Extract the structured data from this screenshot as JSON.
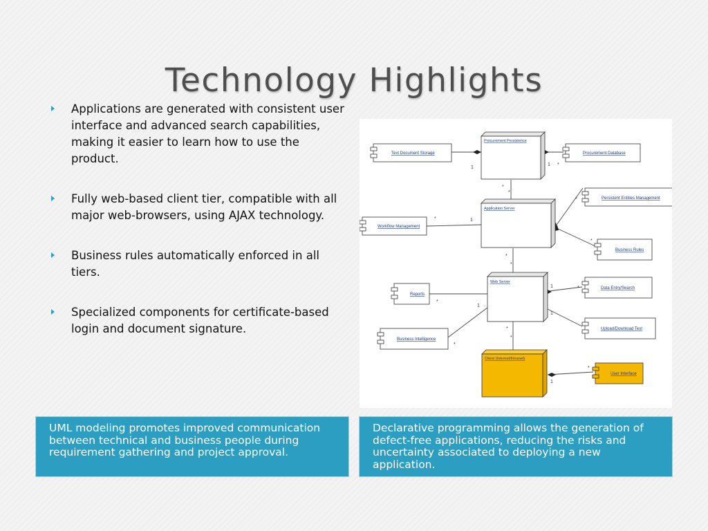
{
  "slide": {
    "title": "Technology Highlights",
    "accent_color": "#2c9ec1",
    "bullet_icon": "triangle-bullet-icon",
    "bullets": [
      "Applications are generated with consistent  user interface and advanced search capabilities, making it easier to learn how to use the product.",
      "Fully web-based client tier, compatible with all major web-browsers, using AJAX technology.",
      "Business rules automatically enforced in all tiers.",
      "Specialized components for certificate-based login and document signature."
    ],
    "callouts": [
      "UML modeling promotes improved communication between technical and business people during requirement gathering and project approval.",
      "Declarative  programming allows the generation of defect-free applications, reducing the risks and uncertainty associated to deploying a new application."
    ]
  },
  "diagram": {
    "nodes": {
      "procurement_persistence": "Procurement Persistence",
      "application_server": "Application Server",
      "web_server": "Web Server",
      "client": "Client (Internet/Intranet)"
    },
    "client_fill": "#f5b800",
    "components": {
      "text_document_storage": "Text Document Storage",
      "procurement_database": "Procurement Database",
      "persistent_entities_management": "Persistent Entities Management",
      "workflow_management": "Workflow Management",
      "business_rules": "Business Rules",
      "reports": "Reports",
      "data_entry_search": "Data Entry/Search",
      "business_intelligence": "Business Intelligence",
      "upload_download_text": "Upload/Download Text",
      "user_interface": "User Interface"
    },
    "mult_one": "1",
    "mult_many": "*"
  }
}
